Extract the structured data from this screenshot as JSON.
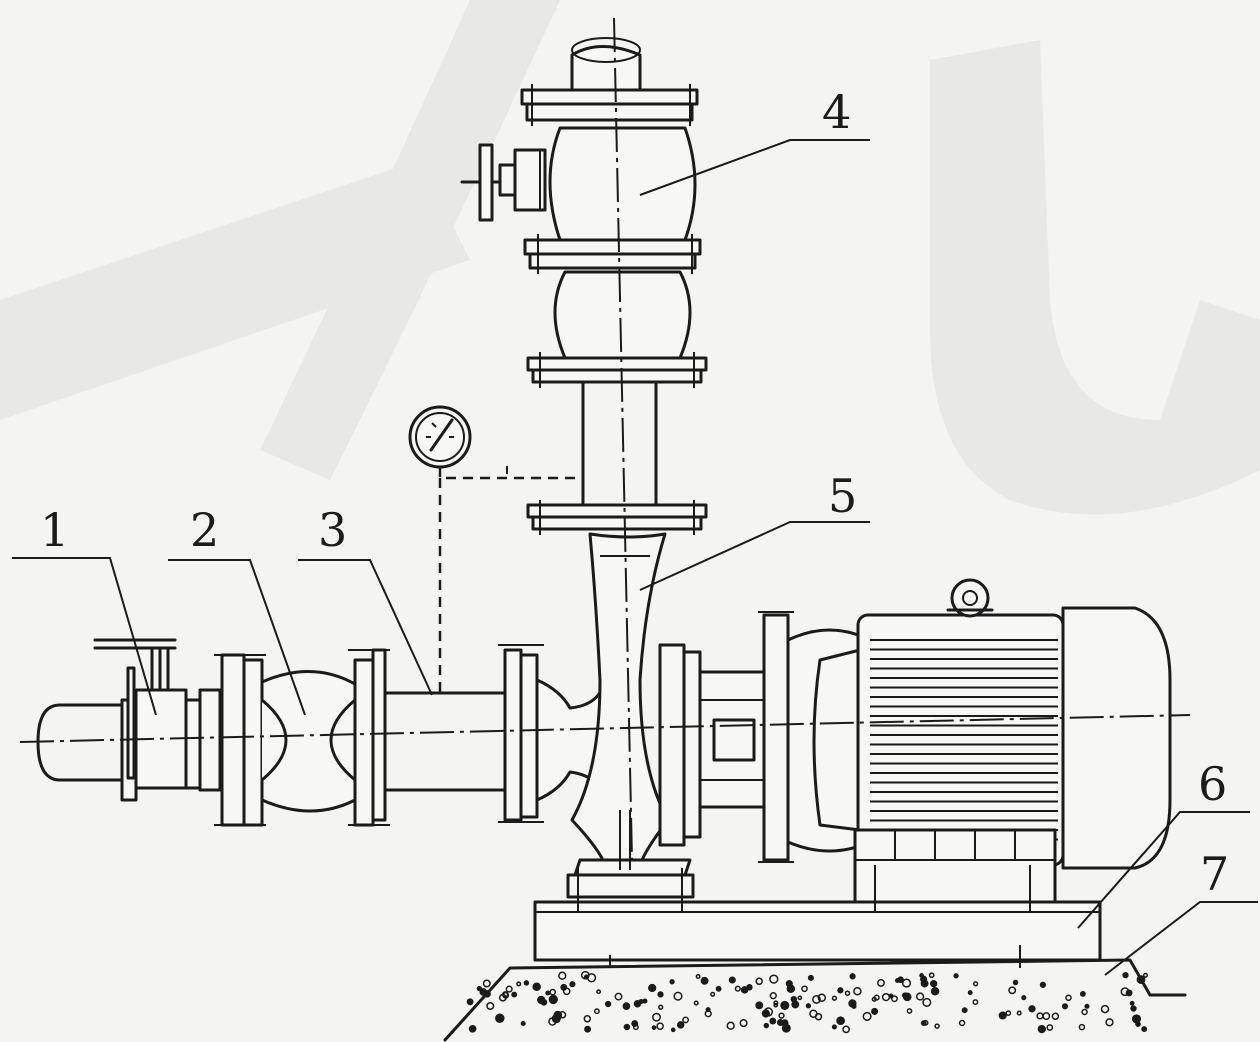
{
  "labels": {
    "l1": "1",
    "l2": "2",
    "l3": "3",
    "l4": "4",
    "l5": "5",
    "l6": "6",
    "l7": "7"
  },
  "colors": {
    "ink": "#1b1b1b",
    "paper": "#f4f4f2",
    "watermark": "#e8e8e6"
  },
  "icons": {
    "gauge": "pressure-gauge-icon",
    "handwheel": "valve-handwheel-icon"
  }
}
